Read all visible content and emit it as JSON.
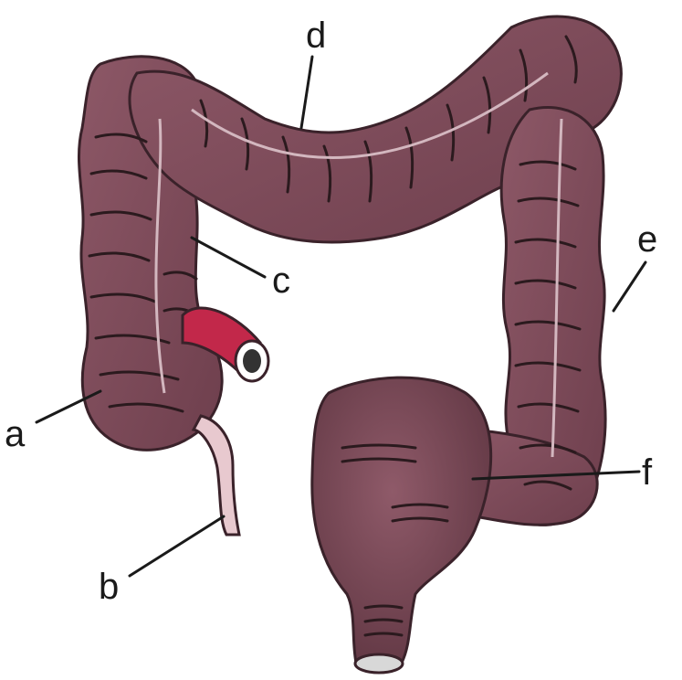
{
  "labels": {
    "a": "a",
    "b": "b",
    "c": "c",
    "d": "d",
    "e": "e",
    "f": "f"
  },
  "colors": {
    "tissue": "#7d4a58",
    "tissue_dark": "#4a2c35",
    "tissue_light": "#9a6a77",
    "outline": "#3a222a",
    "ileum": "#c2284a",
    "appendix": "#e8c9cf",
    "lumen": "#d8d8d8",
    "line": "#1a1a1a"
  }
}
